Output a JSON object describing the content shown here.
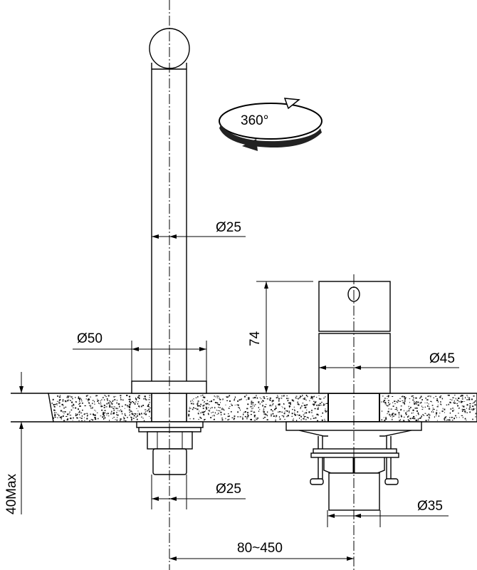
{
  "drawing": {
    "rotation_label": "360°",
    "dims": {
      "spout_diameter": "Ø25",
      "base_diameter": "Ø50",
      "handle_height": "74",
      "handle_diameter": "Ø45",
      "lower_left_diameter": "Ø25",
      "lower_right_diameter": "Ø35",
      "counter_thickness": "40Max",
      "spacing": "80~450"
    }
  }
}
